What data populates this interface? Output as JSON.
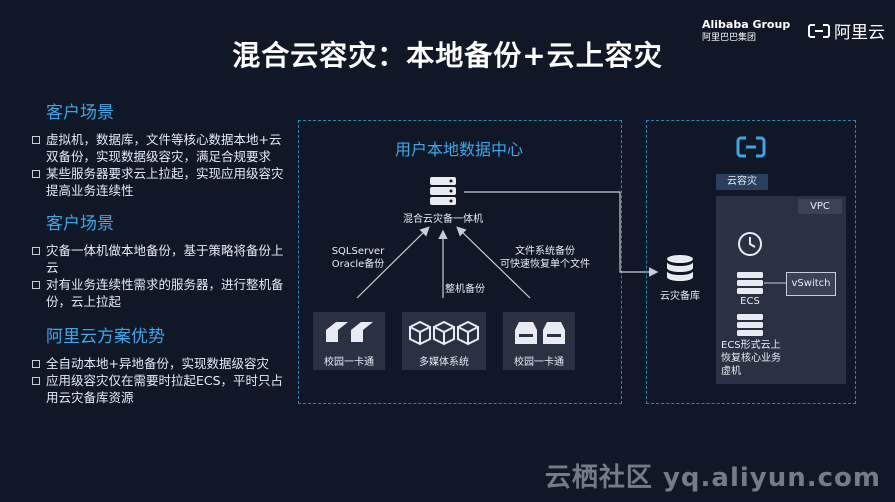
{
  "title": "混合云容灾：本地备份+云上容灾",
  "brand": {
    "alibaba": "Alibaba Group",
    "alibaba_sub": "阿里巴巴集团",
    "aliyun": "阿里云"
  },
  "sections": [
    {
      "heading": "客户场景",
      "items": [
        "虚拟机，数据库，文件等核心数据本地+云双备份，实现数据级容灾，满足合规要求",
        "某些服务器要求云上拉起，实现应用级容灾提高业务连续性"
      ]
    },
    {
      "heading": "客户场景",
      "items": [
        "灾备一体机做本地备份，基于策略将备份上云",
        "对有业务连续性需求的服务器，进行整机备份，云上拉起"
      ]
    },
    {
      "heading": "阿里云方案优势",
      "items": [
        "全自动本地+异地备份，实现数据级容灾",
        "应用级容灾仅在需要时拉起ECS，平时只占用云灾备库资源"
      ]
    }
  ],
  "diagram": {
    "local_title": "用户本地数据中心",
    "appliance": "混合云灾备一体机",
    "edge_left": [
      "SQLServer",
      "Oracle备份"
    ],
    "edge_mid": "整机备份",
    "edge_right": [
      "文件系统备份",
      "可快速恢复单个文件"
    ],
    "sources": [
      "校园一卡通",
      "多媒体系统",
      "校园一卡通"
    ],
    "vault": "云灾备库",
    "cloud_tag": "云容灾",
    "vpc": "VPC",
    "ecs": "ECS",
    "vswitch": "vSwitch",
    "ecs_note": [
      "ECS形式云上",
      "恢复核心业务",
      "虚机"
    ]
  },
  "watermark": "云栖社区 yq.aliyun.com",
  "colors": {
    "accent": "#3aa8e8",
    "dash": "#2b8ab0",
    "bg": "#101828"
  }
}
